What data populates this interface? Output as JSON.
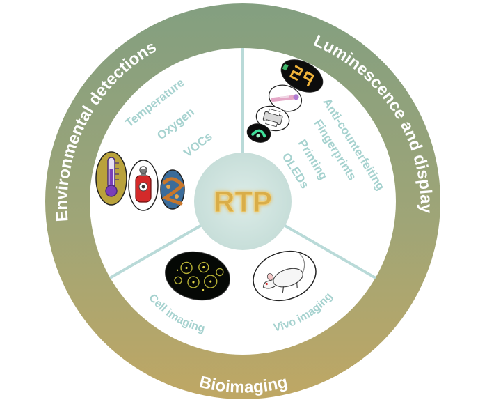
{
  "center": {
    "label": "RTP"
  },
  "sections": [
    {
      "key": "environmental",
      "title": "Environmental detections",
      "items": [
        "Temperature",
        "Oxygen",
        "VOCs"
      ]
    },
    {
      "key": "luminescence",
      "title": "Luminescence and display",
      "items": [
        "Anti-counterfeiting",
        "Fingerprints",
        "Printing",
        "OLEDs"
      ]
    },
    {
      "key": "bioimaging",
      "title": "Bioimaging",
      "items": [
        "Cell imaging",
        "Vivo imaging"
      ]
    }
  ],
  "colors": {
    "ring_top": "#839f80",
    "ring_bottom": "#bfa764",
    "divider": "#b9dad8",
    "item_text": "#a6d2cf",
    "center_circle": "#cfe3de",
    "center_text": "#d9ad48"
  },
  "icons": [
    "thermometer-icon",
    "oxygen-cylinder-icon",
    "voc-molecule-icon",
    "seven-segment-display-icon",
    "fingerprint-icon",
    "printer-icon",
    "oled-display-icon",
    "cell-fluorescence-icon",
    "mouse-icon"
  ]
}
